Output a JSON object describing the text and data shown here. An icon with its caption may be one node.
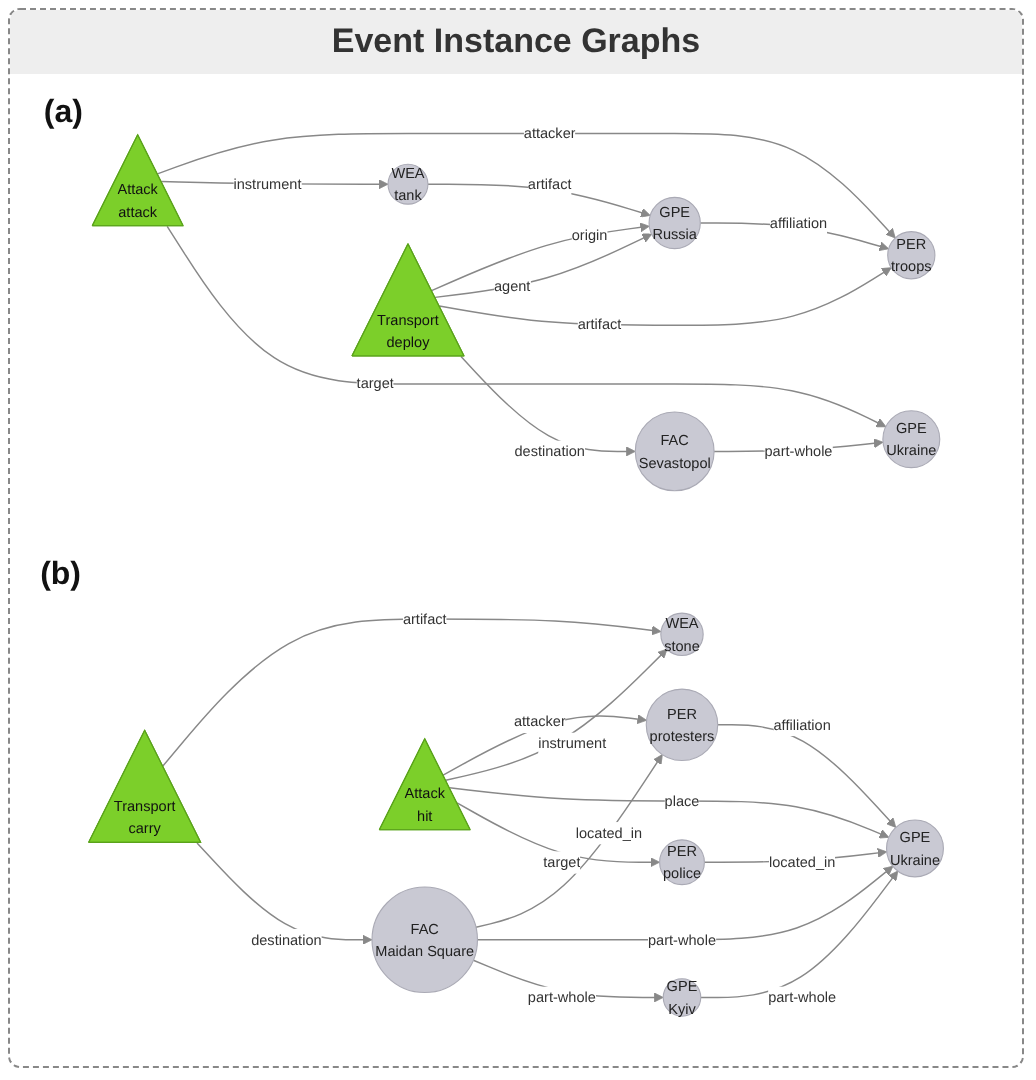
{
  "diagram": {
    "title": "Event Instance Graphs",
    "nodes": [
      {
        "text": [
          "PER",
          "troops"
        ]
      },
      {
        "text": [
          "Transport",
          "deploy"
        ]
      },
      {
        "text": [
          "GPE",
          "Russia"
        ]
      },
      {
        "text": [
          "WEA",
          "tank"
        ]
      },
      {
        "text": [
          "Attack",
          "attack"
        ]
      },
      {
        "text": [
          "FAC",
          "Sevastopol"
        ]
      },
      {
        "text": [
          "GPE",
          "Ukraine"
        ]
      },
      {
        "text": [
          "PER",
          "protesters"
        ]
      },
      {
        "text": [
          "Transport",
          "carry"
        ]
      },
      {
        "text": [
          "Attack",
          "hit"
        ]
      },
      {
        "text": [
          "WEA",
          "stone"
        ]
      },
      {
        "text": [
          "FAC",
          "Maidan Square"
        ]
      },
      {
        "text": [
          "GPE",
          "Ukraine"
        ]
      },
      {
        "text": [
          "GPE",
          "Kyiv"
        ]
      },
      {
        "text": [
          "PER",
          "police"
        ]
      }
    ],
    "edges": [
      {
        "from": 1,
        "to": 0,
        "arrow": "to",
        "label": "artifact"
      },
      {
        "from": 2,
        "to": 0,
        "arrow": "to",
        "label": "affiliation"
      },
      {
        "from": 4,
        "to": 0,
        "arrow": "to",
        "label": "attacker"
      },
      {
        "from": 1,
        "to": 2,
        "arrow": "to",
        "label": "agent"
      },
      {
        "from": 1,
        "to": 2,
        "arrow": "to",
        "label": "origin"
      },
      {
        "from": 3,
        "to": 2,
        "arrow": "to",
        "label": "artifact"
      },
      {
        "from": 4,
        "to": 3,
        "arrow": "to",
        "label": "instrument"
      },
      {
        "from": 1,
        "to": 5,
        "arrow": "to",
        "label": "destination"
      },
      {
        "from": 5,
        "to": 6,
        "arrow": "to",
        "label": "part-whole"
      },
      {
        "from": 4,
        "to": 6,
        "arrow": "to",
        "label": "target"
      },
      {
        "from": 11,
        "to": 7,
        "arrow": "to",
        "label": "located_in"
      },
      {
        "from": 9,
        "to": 7,
        "arrow": "to",
        "label": "attacker"
      },
      {
        "from": 8,
        "to": 10,
        "arrow": "to",
        "label": "artifact"
      },
      {
        "from": 9,
        "to": 10,
        "arrow": "to",
        "label": "instrument"
      },
      {
        "from": 7,
        "to": 12,
        "arrow": "to",
        "label": "affiliation"
      },
      {
        "from": 8,
        "to": 11,
        "arrow": "to",
        "label": "destination"
      },
      {
        "from": 11,
        "to": 12,
        "arrow": "to",
        "label": "part-whole"
      },
      {
        "from": 9,
        "to": 12,
        "arrow": "to",
        "label": "place"
      },
      {
        "from": 13,
        "to": 12,
        "arrow": "to",
        "label": "part-whole"
      },
      {
        "from": 11,
        "to": 13,
        "arrow": "to",
        "label": "part-whole"
      },
      {
        "from": 14,
        "to": 12,
        "arrow": "to",
        "label": "located_in"
      },
      {
        "from": 9,
        "to": 14,
        "arrow": "to",
        "label": "target"
      }
    ],
    "labels": [
      "(a)",
      "(b)"
    ]
  }
}
